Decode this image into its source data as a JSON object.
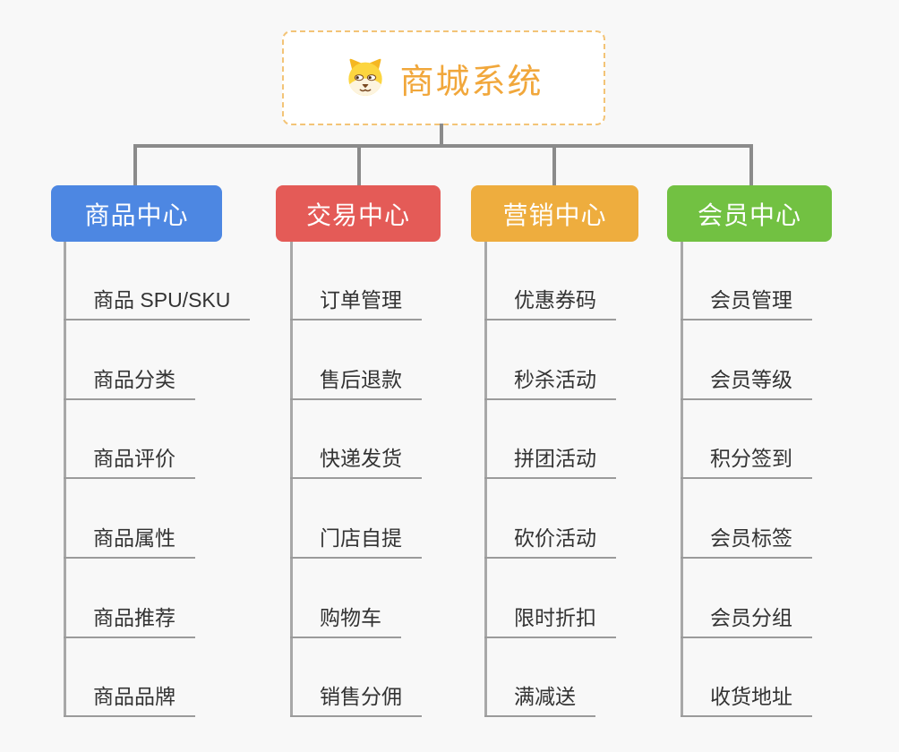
{
  "root": {
    "title": "商城系统",
    "icon": "dog-face-icon",
    "title_color": "#f1a73b",
    "border_color": "#f3c477"
  },
  "colors": {
    "canvas_background": "#f8f8f8",
    "connector": "#8b8b8b",
    "child_line": "#9b9b9b",
    "child_text": "#333333"
  },
  "branches": [
    {
      "label": "商品中心",
      "color": "#4d87e2",
      "items": [
        "商品 SPU/SKU",
        "商品分类",
        "商品评价",
        "商品属性",
        "商品推荐",
        "商品品牌"
      ]
    },
    {
      "label": "交易中心",
      "color": "#e45b57",
      "items": [
        "订单管理",
        "售后退款",
        "快递发货",
        "门店自提",
        "购物车",
        "销售分佣"
      ]
    },
    {
      "label": "营销中心",
      "color": "#eead3e",
      "items": [
        "优惠券码",
        "秒杀活动",
        "拼团活动",
        "砍价活动",
        "限时折扣",
        "满减送"
      ]
    },
    {
      "label": "会员中心",
      "color": "#72c142",
      "items": [
        "会员管理",
        "会员等级",
        "积分签到",
        "会员标签",
        "会员分组",
        "收货地址"
      ]
    }
  ]
}
